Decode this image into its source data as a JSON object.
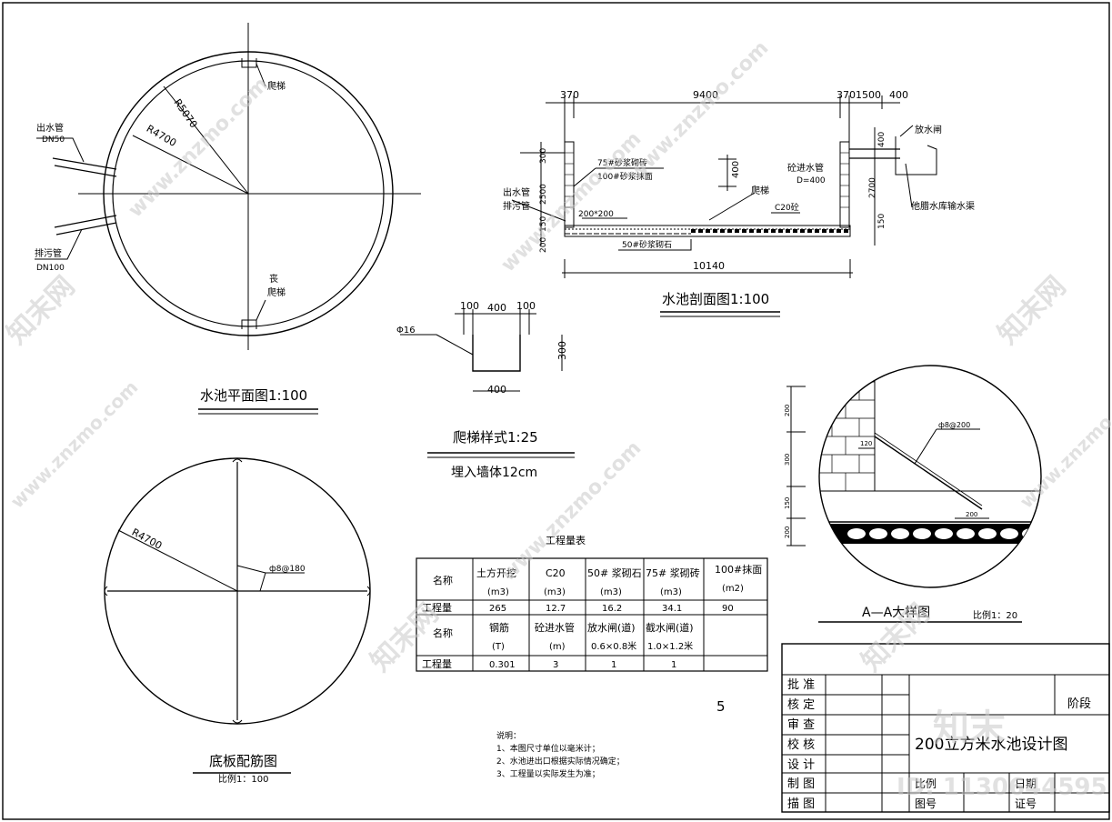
{
  "plan": {
    "title": "水池平面图1:100",
    "r_outer": "R5070",
    "r_inner": "R4700",
    "outlet_pipe": "出水管",
    "outlet_dn": "DN50",
    "drain_pipe": "排污管",
    "drain_dn": "DN100",
    "ladder_top": "爬梯",
    "ladder_bottom_note": "丧",
    "ladder_bottom": "爬梯"
  },
  "section": {
    "title": "水池剖面图1:100",
    "dim_top": [
      "370",
      "9400",
      "3701500",
      "400"
    ],
    "dim_bottom": "10140",
    "dim_left": [
      "300",
      "2500",
      "150",
      "200"
    ],
    "dim_right": [
      "400",
      "2700",
      "150"
    ],
    "mortar_brick": "75#砂浆砌砖",
    "mortar_plaster": "100#砂浆抹面",
    "inlet_pipe": "砼进水管",
    "inlet_d": "D=400",
    "gate": "放水闸",
    "channel": "他腊水库输水渠",
    "outlet": "出水管",
    "drain": "排污管",
    "ladder": "爬梯",
    "conc": "C20砼",
    "dim_200": "200*200",
    "stone": "50#砂浆砌石",
    "water_400": "400"
  },
  "ladder_detail": {
    "title": "爬梯样式1:25",
    "subtitle": "埋入墙体12cm",
    "bar": "Φ16",
    "dims_top": [
      "100",
      "400",
      "100"
    ],
    "dim_side": "300",
    "dim_bottom": "400"
  },
  "slab": {
    "title": "底板配筋图",
    "scale": "比例1：100",
    "radius": "R4700",
    "rebar": "ф8@180"
  },
  "detail_aa": {
    "title": "A—A大样图",
    "scale": "比例1：20",
    "rebar": "ф8@200",
    "dim_120": "120",
    "dim_200": "200",
    "dims_side": [
      "200",
      "300",
      "150",
      "200"
    ]
  },
  "quantities": {
    "title": "工程量表",
    "row1_head": [
      "名称",
      "土方开挖",
      "C20",
      "50# 浆砌石",
      "75# 浆砌砖",
      "100#抹面"
    ],
    "row1_units": [
      "(m3)",
      "(m3)",
      "(m3)",
      "(m3)",
      "(m2)"
    ],
    "row2": [
      "工程量",
      "265",
      "12.7",
      "16.2",
      "34.1",
      "90"
    ],
    "row3_head": [
      "名称",
      "钢筋",
      "砼进水管",
      "放水闸(道)",
      "截水闸(道)"
    ],
    "row3_units": [
      "(T)",
      "(m)",
      "0.6×0.8米",
      "1.0×1.2米"
    ],
    "row4": [
      "工程量",
      "0.301",
      "3",
      "1",
      "1"
    ]
  },
  "notes": {
    "head": "说明：",
    "lines": [
      "1、本图尺寸单位以毫米计；",
      "2、水池进出口根据实际情况确定；",
      "3、工程量以实际发生为准；"
    ]
  },
  "page_no": "5",
  "title_block": {
    "roles": [
      "批 准",
      "核 定",
      "审 查",
      "校 核",
      "设 计",
      "制 图",
      "描 图"
    ],
    "stage": "阶段",
    "drawing_title": "200立方米水池设计图",
    "scale_label": "比例",
    "date_label": "日期",
    "fig_no": "图号",
    "cert_no": "证号"
  },
  "watermark": {
    "brand": "知末",
    "site": "www.znzmo.com",
    "id": "ID: 1130644595",
    "cn": "知末网"
  }
}
